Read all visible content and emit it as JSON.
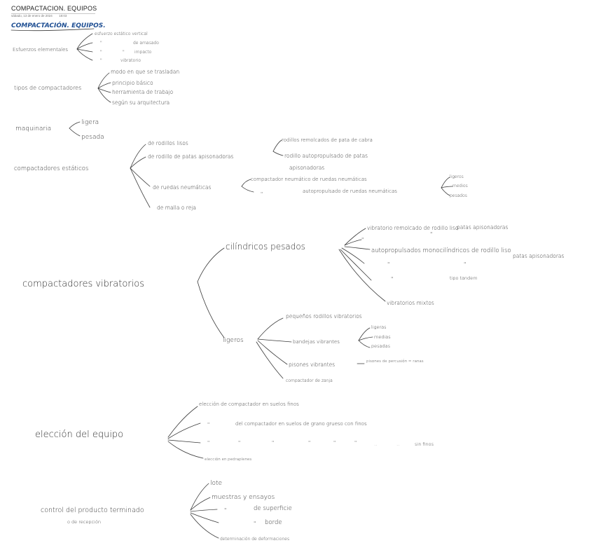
{
  "header": {
    "title": "COMPACTACION. EQUIPOS",
    "date": "sábado, 13 de enero de 2024",
    "time": "18:03"
  },
  "heading": "COMPACTACIÓN. EQUIPOS.",
  "esfuerzos": {
    "label": "Esfuerzos elementales",
    "items": [
      "esfuerzo estático vertical",
      "\"",
      "de amasado",
      "\"",
      "\"",
      "impacto",
      "\"",
      "vibratorio"
    ]
  },
  "tipos": {
    "label": "tipos de compactadores",
    "items": [
      "modo en que se trasladan",
      "principio básico",
      "herramienta de trabajo",
      "según su arquitectura"
    ]
  },
  "maquinaria": {
    "label": "maquinaria",
    "items": [
      "ligera",
      "pesada"
    ]
  },
  "estaticos": {
    "label": "compactadores estáticos",
    "rodillos_lisos": "de rodillos lisos",
    "patas": "de rodillo de patas apisonadoras",
    "patas_remolcado": "rodillos remolcados de pata de cabra",
    "patas_auto_1": "rodillo autopropulsado de patas",
    "patas_auto_2": "apisonadoras",
    "neumaticas": "de ruedas neumáticas",
    "neu_1": "compactador neumático de ruedas neumáticas",
    "neu_ditto": "\"",
    "neu_2": "autopropulsado de ruedas neumáticas",
    "neu_sizes": [
      "ligeros",
      "medios",
      "pesados"
    ],
    "malla": "de malla o reja"
  },
  "vibratorios": {
    "label": "compactadores vibratorios",
    "cilindricos": "cilíndricos pesados",
    "cil_1": "vibratorio remolcado de rodillo liso",
    "cil_2_ditto": "\"",
    "cil_2_ditto_b": "\"",
    "cil_2": "patas apisonadoras",
    "cil_3": "autopropulsados monocilíndricos de rodillo liso",
    "cil_4_ditto": "\"",
    "cil_4_ditto_b": "\"",
    "cil_4": "patas apisonadoras",
    "cil_5_ditto": "\"",
    "cil_5": "tipo tandem",
    "cil_6": "vibratorios mixtos",
    "ligeros": "ligeros",
    "lig_1": "pequeños rodillos vibratorios",
    "lig_2": "bandejas vibrantes",
    "lig_2_sizes": [
      "ligeras",
      "medias",
      "pesadas"
    ],
    "lig_3": "pisones vibrantes",
    "lig_3_note": "pisones de percusión = ranas",
    "lig_4": "compactador de zanja"
  },
  "eleccion": {
    "label": "elección del equipo",
    "e1": "elección de compactador en suelos finos",
    "e2_ditto": "\"",
    "e2": "del compactador en suelos de grano grueso con finos",
    "e3_dittos": [
      "\"",
      "\"",
      "\"",
      "\"",
      "\"",
      "\"",
      "..",
      ".."
    ],
    "e3": "sin finos",
    "e4": "elección en pedraplenes"
  },
  "control": {
    "label": "control del producto terminado",
    "sub": "o de recepción",
    "c1": "lote",
    "c2": "muestras y ensayos",
    "c3_ditto": "\"",
    "c3": "de superficie",
    "c4_ditto": "\"",
    "c4": "borde",
    "c5": "determinación de deformaciones"
  }
}
